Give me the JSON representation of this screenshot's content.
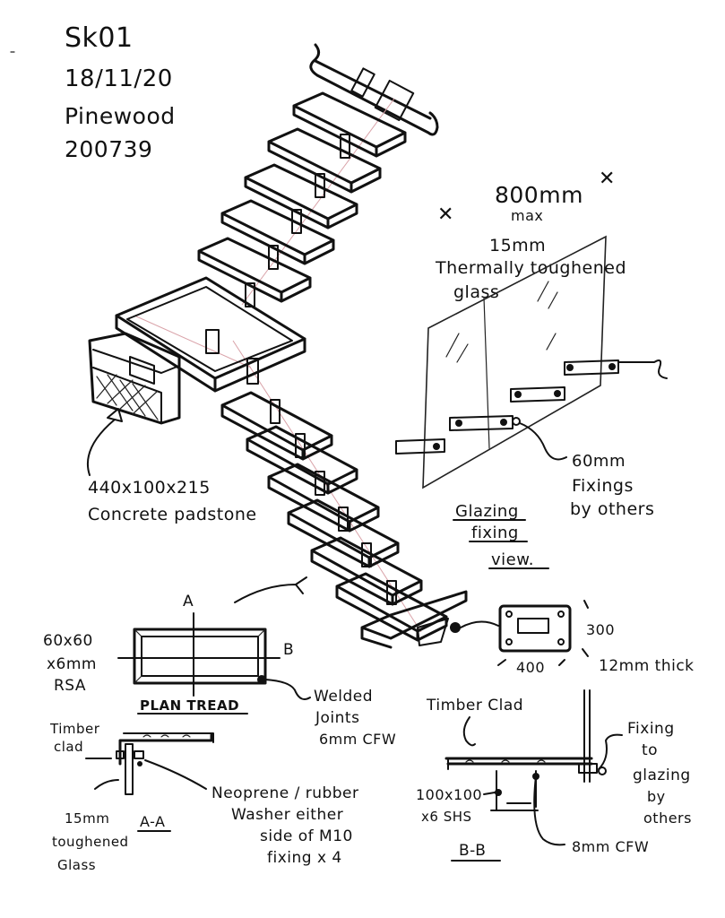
{
  "header": {
    "sheet": "Sk01",
    "date": "18/11/20",
    "project": "Pinewood",
    "job_no": "200739"
  },
  "main_sketch": {
    "padstone": [
      "440x100x215",
      "Concrete padstone"
    ]
  },
  "glazing": {
    "width": "800mm",
    "width_qualifier": "max",
    "glass_spec": [
      "15mm",
      "Thermally toughened",
      "glass"
    ],
    "fixings_note": [
      "60mm",
      "Fixings",
      "by others"
    ],
    "view_title": [
      "Glazing",
      "fixing",
      "view."
    ]
  },
  "plate": {
    "height": "300",
    "width": "400",
    "thickness": "12mm thick"
  },
  "plan_tread": {
    "rsa": [
      "60x60",
      "x6mm",
      "RSA"
    ],
    "section_a": "A",
    "section_b": "B",
    "title": "PLAN TREAD",
    "welds": [
      "Welded",
      "Joints",
      "6mm CFW"
    ]
  },
  "section_aa": {
    "timber": [
      "Timber",
      "clad"
    ],
    "glass": [
      "15mm",
      "toughened",
      "Glass"
    ],
    "title": "A-A",
    "washer_note": [
      "Neoprene / rubber",
      "Washer either",
      "side of M10",
      "fixing x 4"
    ]
  },
  "section_bb": {
    "timber": "Timber Clad",
    "shs": [
      "100x100",
      "x6 SHS"
    ],
    "title": "B-B",
    "fixing_note": [
      "Fixing",
      "to",
      "glazing",
      "by",
      "others"
    ],
    "weld": "8mm CFW"
  }
}
